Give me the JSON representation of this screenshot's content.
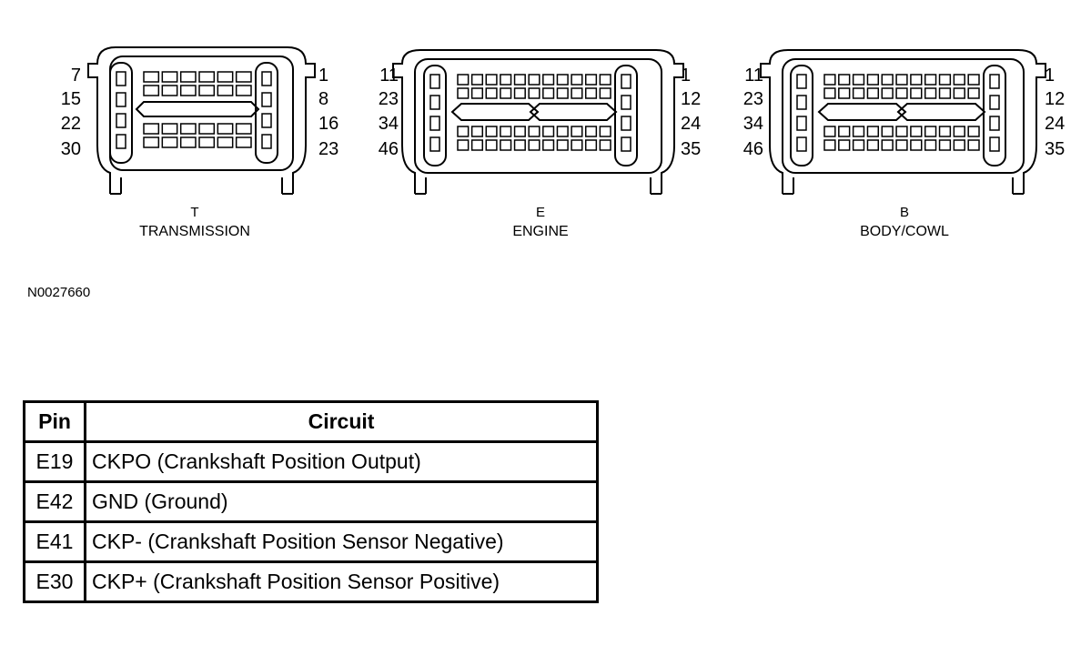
{
  "figure_id": "N0027660",
  "connectors": [
    {
      "key": "t",
      "letter": "T",
      "name": "TRANSMISSION",
      "left_labels": [
        "7",
        "15",
        "22",
        "30"
      ],
      "right_labels": [
        "1",
        "8",
        "16",
        "23"
      ]
    },
    {
      "key": "e",
      "letter": "E",
      "name": "ENGINE",
      "left_labels": [
        "11",
        "23",
        "34",
        "46"
      ],
      "right_labels": [
        "1",
        "12",
        "24",
        "35"
      ]
    },
    {
      "key": "b",
      "letter": "B",
      "name": "BODY/COWL",
      "left_labels": [
        "11",
        "23",
        "34",
        "46"
      ],
      "right_labels": [
        "1",
        "12",
        "24",
        "35"
      ]
    }
  ],
  "table": {
    "headers": {
      "pin": "Pin",
      "circuit": "Circuit"
    },
    "rows": [
      {
        "pin": "E19",
        "circuit": "CKPO (Crankshaft Position Output)"
      },
      {
        "pin": "E42",
        "circuit": "GND (Ground)"
      },
      {
        "pin": "E41",
        "circuit": "CKP- (Crankshaft Position Sensor Negative)"
      },
      {
        "pin": "E30",
        "circuit": "CKP+ (Crankshaft Position Sensor Positive)"
      }
    ]
  }
}
